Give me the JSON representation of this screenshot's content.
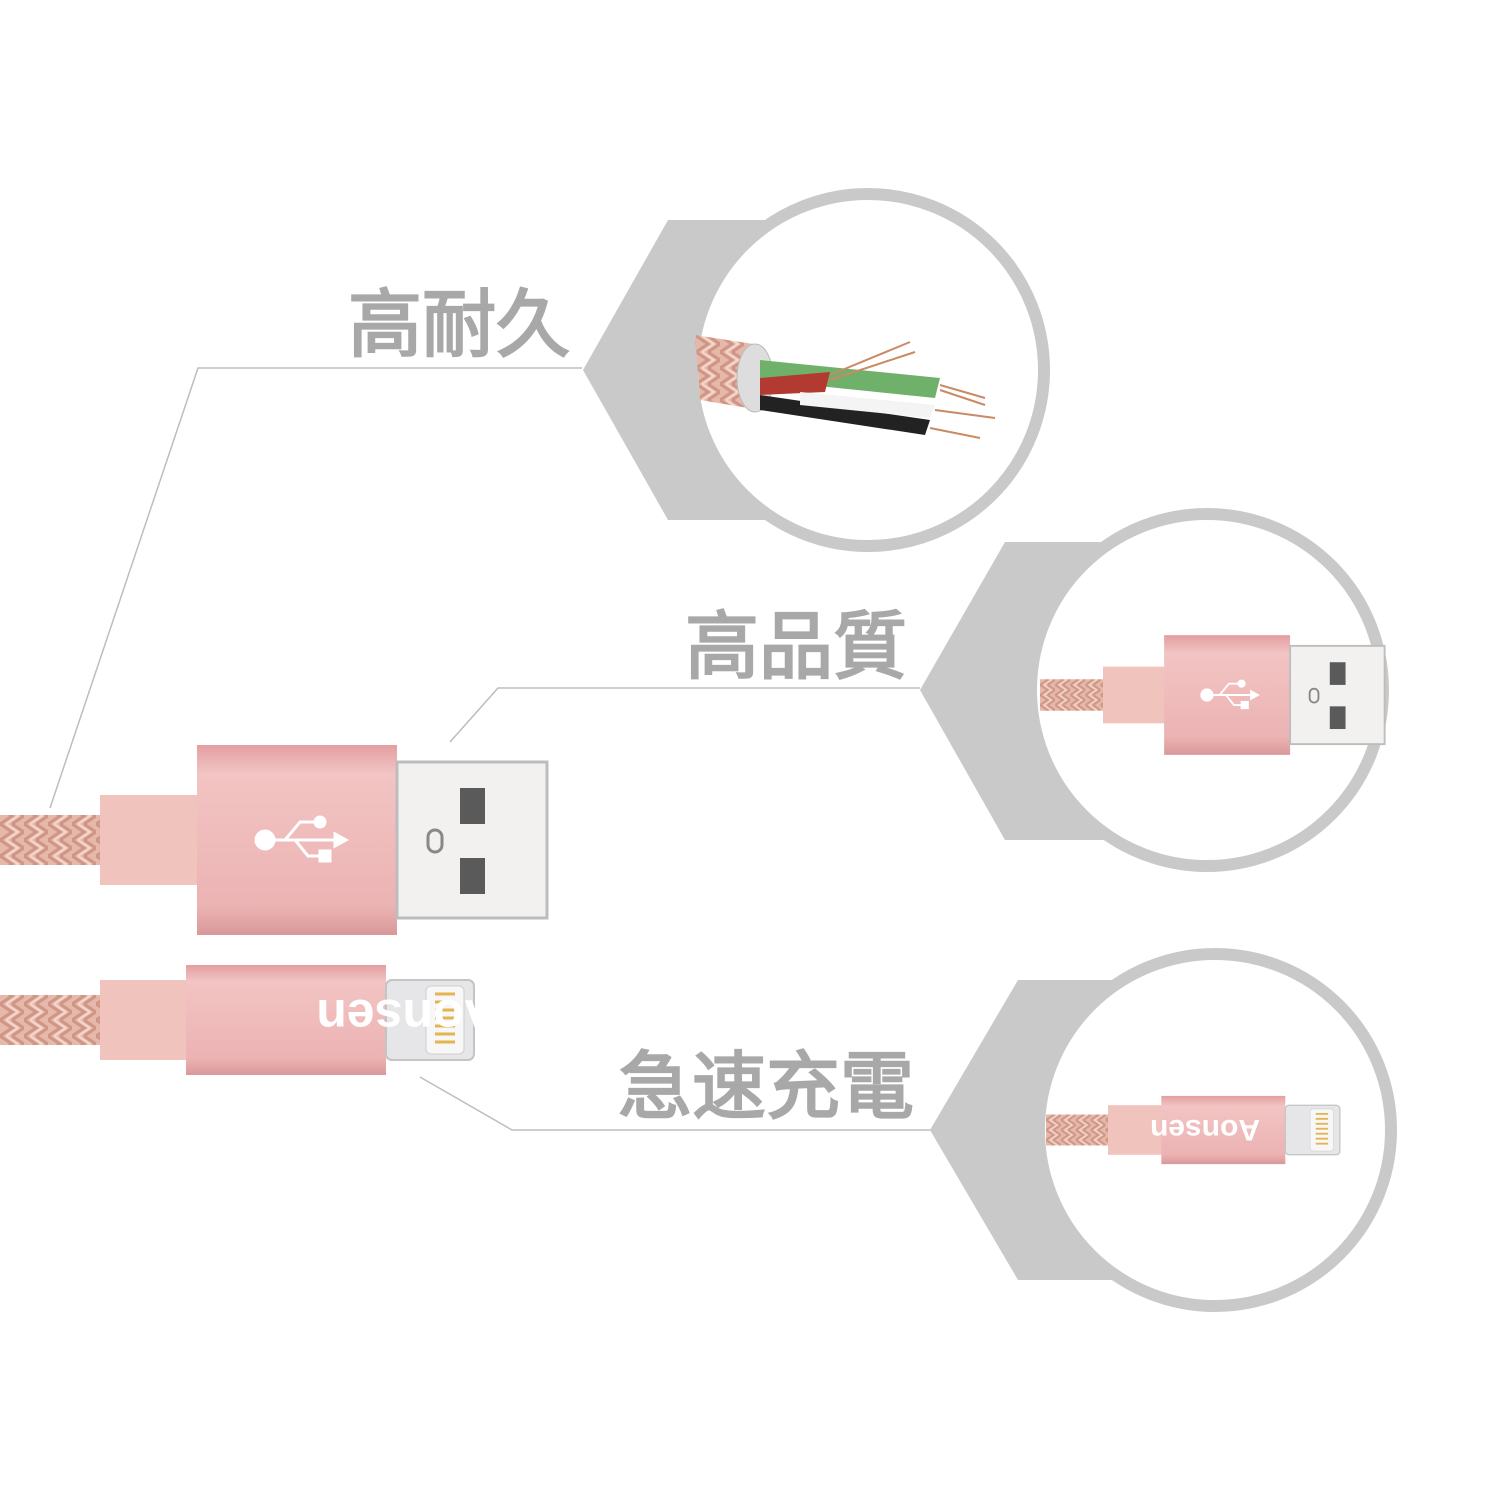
{
  "features": [
    {
      "label": "高耐久"
    },
    {
      "label": "高品質"
    },
    {
      "label": "急速充電"
    }
  ],
  "brand": "Aonsen",
  "colors": {
    "hexagon": "#c9c9c9",
    "ring": "#c9c9c9",
    "label": "#a8a8a8",
    "rose": "#eab0b0",
    "braid": "#e6b8aa"
  }
}
